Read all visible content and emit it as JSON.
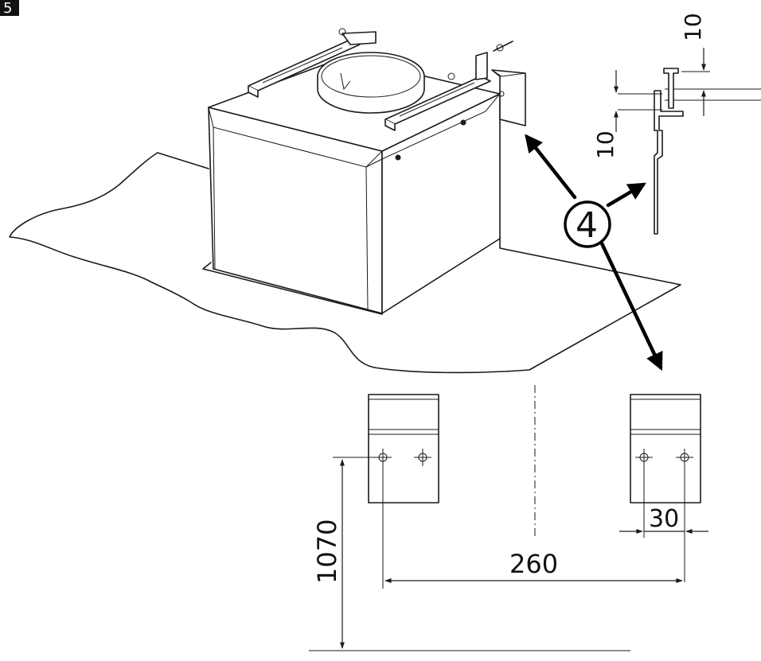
{
  "figure_number": "5",
  "callout": {
    "number": "4"
  },
  "dimensions": {
    "top_gap_right": "10",
    "top_gap_left": "10",
    "hole_offset": "30",
    "bracket_spacing": "260",
    "height_from_floor": "1070"
  },
  "colors": {
    "ink": "#1a1a1a",
    "background": "#ffffff"
  }
}
